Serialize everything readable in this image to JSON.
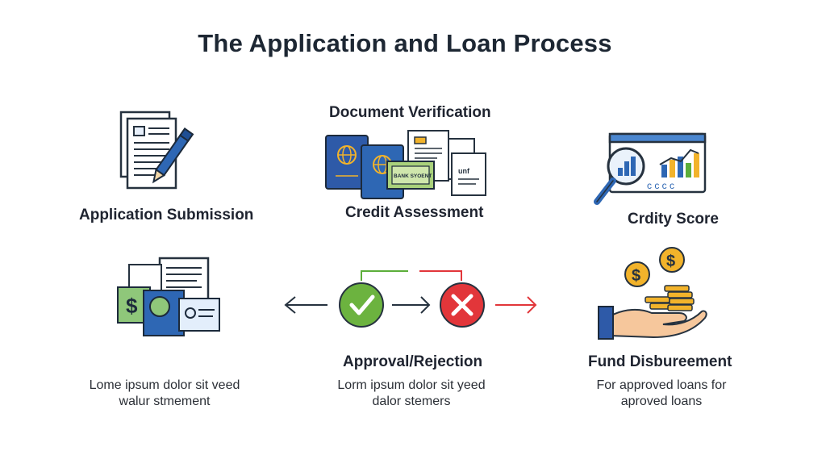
{
  "title": "The Application and Loan Process",
  "steps": {
    "application_submission": "Application Submission",
    "document_verification": "Document Verification",
    "credit_assessment": "Credit Assessment",
    "credity_score": "Crdity Score",
    "approval_rejection": "Approval/Rejection",
    "fund_disbursement": "Fund Disbureement"
  },
  "descriptions": {
    "left_line1": "Lome ipsum dolor sit veed",
    "left_line2": "walur stmement",
    "center_line1": "Lorm ipsum dolor sit yeed",
    "center_line2": "dalor stemers",
    "right_line1": "For approved loans for",
    "right_line2": "aproved loans"
  },
  "document_text": {
    "bank_statement": "BANK SYOENT",
    "report": "unf"
  },
  "icons": {
    "application": "document-pen-icon",
    "verification": "documents-stack-icon",
    "score": "magnifier-chart-icon",
    "paperwork": "paperwork-dollar-icon",
    "approve": "check-circle-icon",
    "reject": "x-circle-icon",
    "fund": "hand-coins-icon"
  },
  "colors": {
    "approve": "#5cae3a",
    "reject": "#e2363a",
    "accent_blue": "#2e67b4",
    "gold": "#f2b32b"
  }
}
